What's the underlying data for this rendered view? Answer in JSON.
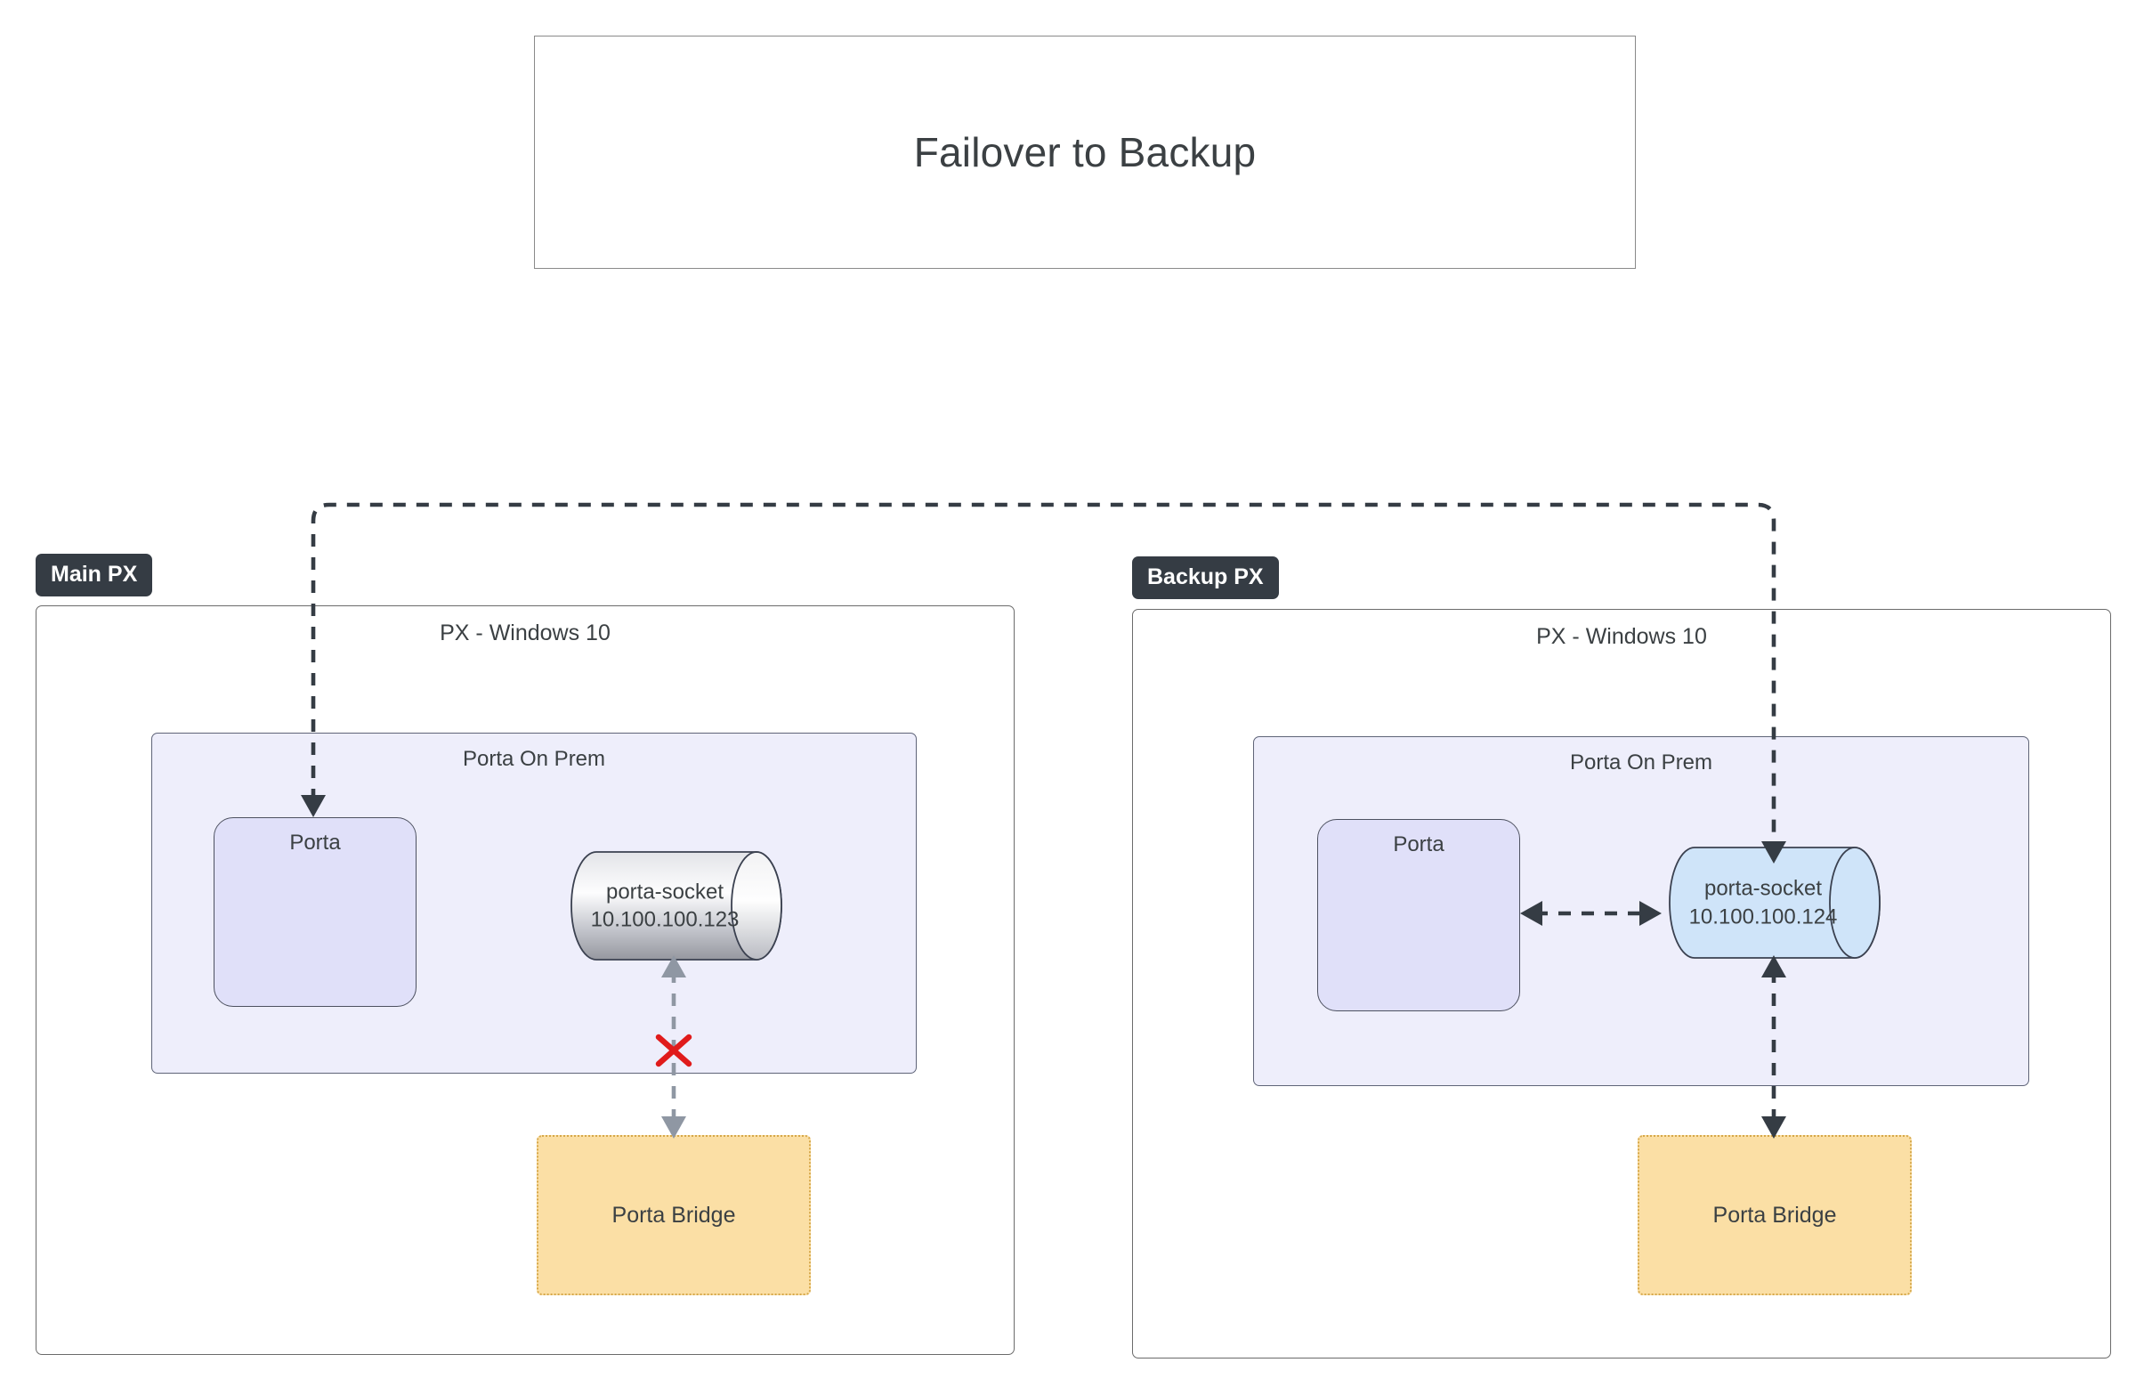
{
  "title": {
    "text": "Failover to Backup"
  },
  "colors": {
    "badge_bg": "#353c44",
    "badge_text": "#ffffff",
    "onprem_bg": "#eeeefb",
    "porta_bg": "#e0e0f9",
    "bridge_bg": "#fbdfa5",
    "bridge_border": "#d6a84a",
    "cylinder_active": "#cfe4f9",
    "cylinder_inactive_top": "#f4f4f6",
    "cylinder_inactive_bottom": "#9a9ca3",
    "link_active": "#353c44",
    "link_broken": "#8f97a3",
    "failure_mark": "#e01b1b",
    "text": "#3b4043"
  },
  "zones": [
    {
      "badge": "Main PX",
      "container_label": "PX - Windows 10",
      "onprem_label": "Porta On Prem",
      "porta_label": "Porta",
      "socket": {
        "name": "porta-socket",
        "ip": "10.100.100.123",
        "state": "inactive"
      },
      "bridge_label": "Porta Bridge",
      "bridge_link_state": "broken",
      "failure_icon": "red-x-icon"
    },
    {
      "badge": "Backup PX",
      "container_label": "PX - Windows 10",
      "onprem_label": "Porta On Prem",
      "porta_label": "Porta",
      "socket": {
        "name": "porta-socket",
        "ip": "10.100.100.124",
        "state": "active"
      },
      "bridge_label": "Porta Bridge",
      "bridge_link_state": "active",
      "failure_icon": null
    }
  ],
  "connectors": [
    {
      "id": "failover-route-left",
      "from": "top-bus",
      "to": "main-porta",
      "style": "dashed",
      "arrow": "end"
    },
    {
      "id": "failover-route-right",
      "from": "top-bus",
      "to": "backup-socket",
      "style": "dashed",
      "arrow": "end"
    },
    {
      "id": "main-socket-to-bridge",
      "from": "main-socket",
      "to": "main-bridge",
      "style": "dashed",
      "arrow": "both",
      "state": "broken"
    },
    {
      "id": "backup-porta-to-socket",
      "from": "backup-porta",
      "to": "backup-socket",
      "style": "dashed",
      "arrow": "both",
      "state": "active"
    },
    {
      "id": "backup-socket-to-bridge",
      "from": "backup-socket",
      "to": "backup-bridge",
      "style": "dashed",
      "arrow": "both",
      "state": "active"
    }
  ]
}
